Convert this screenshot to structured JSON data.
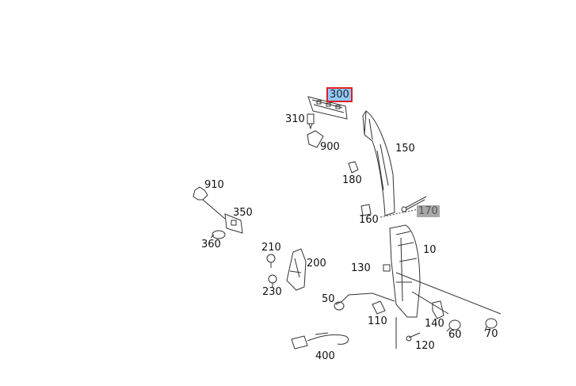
{
  "labels": {
    "l300": "300",
    "l310": "310",
    "l900": "900",
    "l150": "150",
    "l180": "180",
    "l910": "910",
    "l350": "350",
    "l160": "160",
    "l170": "170",
    "l360": "360",
    "l210": "210",
    "l200": "200",
    "l130": "130",
    "l10": "10",
    "l230": "230",
    "l50": "50",
    "l110": "110",
    "l140": "140",
    "l60": "60",
    "l70": "70",
    "l120": "120",
    "l400": "400"
  },
  "colors": {
    "selected_fill": "#8fc8ff",
    "selected_border": "#e02020",
    "dimmed_fill": "#a8a8a8",
    "line": "#333333"
  }
}
